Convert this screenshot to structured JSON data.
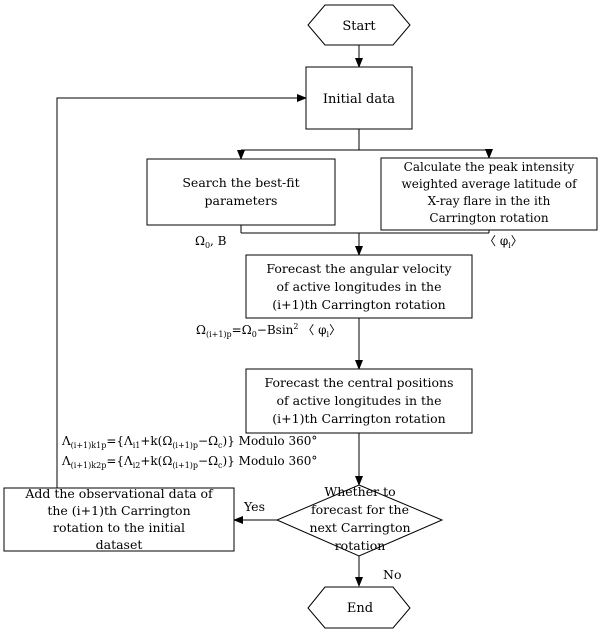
{
  "nodes": {
    "start": "Start",
    "initial": "Initial data",
    "search": [
      "Search the best-fit",
      "parameters"
    ],
    "calc": [
      "Calculate the peak intensity",
      "weighted average latitude of",
      "X-ray flare in the ith",
      "Carrington rotation"
    ],
    "forecast_velocity": [
      "Forecast the angular velocity",
      "of active longitudes in the",
      "(i+1)th Carrington rotation"
    ],
    "forecast_positions": [
      "Forecast the central positions",
      "of active longitudes in the",
      "(i+1)th Carrington rotation"
    ],
    "decision": [
      "Whether to",
      "forecast for the",
      "next Carrington",
      "rotation"
    ],
    "add_obs": [
      "Add the observational data of",
      "the (i+1)th Carrington",
      "rotation to the initial",
      "dataset"
    ],
    "end": "End"
  },
  "labels": {
    "omega0_b": {
      "main": "Ω",
      "sub": "0",
      "tail": ", B"
    },
    "phi_i": {
      "pre": "〈 φ",
      "sub": "i",
      "tail": "〉"
    },
    "omega_formula": {
      "a": "Ω",
      "a_sub": "(i+1)p",
      "b": "=Ω",
      "b_sub": "0",
      "c": "−Bsin",
      "sup": "2",
      "d": " 〈 φ",
      "d_sub": "i",
      "e": "〉"
    },
    "lambda1": {
      "a": "Λ",
      "a_sub": "(i+1)k1p",
      "b": "={Λ",
      "b_sub": "i1",
      "c": "+k(Ω",
      "c_sub": "(i+1)p",
      "d": "−Ω",
      "d_sub": "c",
      "e": ")} Modulo 360°"
    },
    "lambda2": {
      "a": "Λ",
      "a_sub": "(i+1)k2p",
      "b": "={Λ",
      "b_sub": "i2",
      "c": "+k(Ω",
      "c_sub": "(i+1)p",
      "d": "−Ω",
      "d_sub": "c",
      "e": ")} Modulo 360°"
    },
    "yes": "Yes",
    "no": "No"
  }
}
